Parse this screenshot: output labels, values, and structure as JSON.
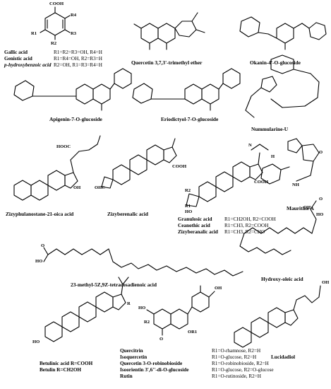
{
  "panels": {
    "benzoic": {
      "substituent_labels": {
        "cooh": "COOH",
        "r4": "R4",
        "r1": "R1",
        "r2": "R2",
        "r3": "R3"
      },
      "compounds": [
        {
          "name": "Gallic acid",
          "substituents": "R1=R2=R3=OH, R4=H"
        },
        {
          "name": "Genistic acid",
          "substituents": "R1=R4=OH, R2=R3=H"
        },
        {
          "name": "p-hydroxybenzoic acid",
          "substituents": "R2=OH, R1=R3=R4=H"
        }
      ]
    },
    "quercetin_ether": {
      "name": "Quercetin 3,7,3'-trimethyl ether"
    },
    "okanin": {
      "name": "Okanin-4'-O-glucoside"
    },
    "apigenin": {
      "name": "Apigenin-7-O-glucoside"
    },
    "eriodictyol": {
      "name": "Eriodictyol-7-O-glucoside"
    },
    "nummularine": {
      "name": "Nummularine-U"
    },
    "zizyphulanostane": {
      "name": "Zizyphulanostane-21-oica acid",
      "atoms": {
        "cooh": "HOOC",
        "oh": "OH"
      }
    },
    "zizyberenalic": {
      "name": "Zizyberenalic acid",
      "atoms": {
        "cho": "OHC",
        "cooh": "COOH"
      }
    },
    "granulosic": {
      "atoms": {
        "r2": "R2",
        "r1": "R1",
        "cooh": "COOH",
        "ho": "HO"
      },
      "compounds": [
        {
          "name": "Granulosic acid",
          "substituents": "R1=CH2OH, R2=COOH"
        },
        {
          "name": "Ceanothic acid",
          "substituents": "R1=CH3, R2=COOH"
        },
        {
          "name": "Zizyberanalic acid",
          "substituents": "R1=CH3, R2=CHO"
        }
      ]
    },
    "mauritine": {
      "name": "Mauritine A",
      "atoms": {
        "n": "N",
        "o": "O",
        "nh": "NH",
        "h": "H"
      }
    },
    "tetracosadienoic": {
      "name": "23-methyl-5Z,9Z-tetracosadienoic acid",
      "atoms": {
        "ho": "HO",
        "o": "O"
      }
    },
    "hydroxyoleic": {
      "name": "Hydroxy-oleic acid",
      "atoms": {
        "oh": "OH",
        "o": "O",
        "ho": "HO"
      }
    },
    "betulinic": {
      "atoms": {
        "r": "R",
        "ho": "HO"
      },
      "compounds": [
        {
          "name": "Betulinic acid",
          "substituents": "R=COOH"
        },
        {
          "name": "Betulin",
          "substituents": "R=CH2OH"
        }
      ]
    },
    "quercitrin": {
      "atoms": {
        "ho": "HO",
        "oh": "OH",
        "o": "O",
        "r1": "OR1",
        "r2": "R2"
      },
      "compounds": [
        {
          "name": "Quercitrin",
          "substituents": "R1=O-rhamnose, R2=H"
        },
        {
          "name": "Isoquercetin",
          "substituents": "R1=O-glucose, R2=H"
        },
        {
          "name": "Quercetin 3-O-robinobioside",
          "substituents": "R1=O-robinobioside, R2=H"
        },
        {
          "name": "Isoorientin 3',6''-di-O-glucoside",
          "substituents": "R1=O-glucose, R2=O-glucose"
        },
        {
          "name": "Rutin",
          "substituents": "R1=O-rutinoside, R2=H"
        }
      ]
    },
    "lucidadiol": {
      "name": "Lucidadiol",
      "atoms": {
        "oh": "OH"
      }
    }
  }
}
